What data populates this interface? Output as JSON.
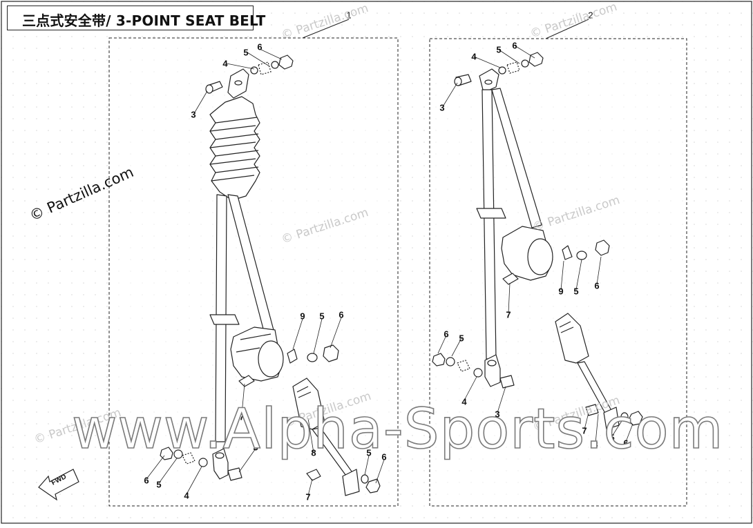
{
  "title": "三点式安全带/ 3-POINT SEAT BELT",
  "watermarks": {
    "main": "© Partzilla.com",
    "faint": "© Partzilla.com",
    "site": "www.Alpha-Sports.com"
  },
  "assemblies": [
    {
      "frame_number": "1",
      "name": "left-seat-belt-assembly"
    },
    {
      "frame_number": "2",
      "name": "right-seat-belt-assembly"
    }
  ],
  "fwd_label": "FWD",
  "callouts_left": [
    "6",
    "5",
    "4",
    "3",
    "9",
    "5",
    "6",
    "7",
    "3",
    "8",
    "5",
    "6",
    "6",
    "5",
    "4",
    "7"
  ],
  "callouts_right": [
    "6",
    "5",
    "4",
    "3",
    "9",
    "5",
    "6",
    "7",
    "6",
    "5",
    "4",
    "3",
    "7",
    "8",
    "5",
    "6"
  ],
  "colors": {
    "line": "#222222",
    "dots": "#d5d5d5",
    "watermark": "#c9c9c9"
  }
}
